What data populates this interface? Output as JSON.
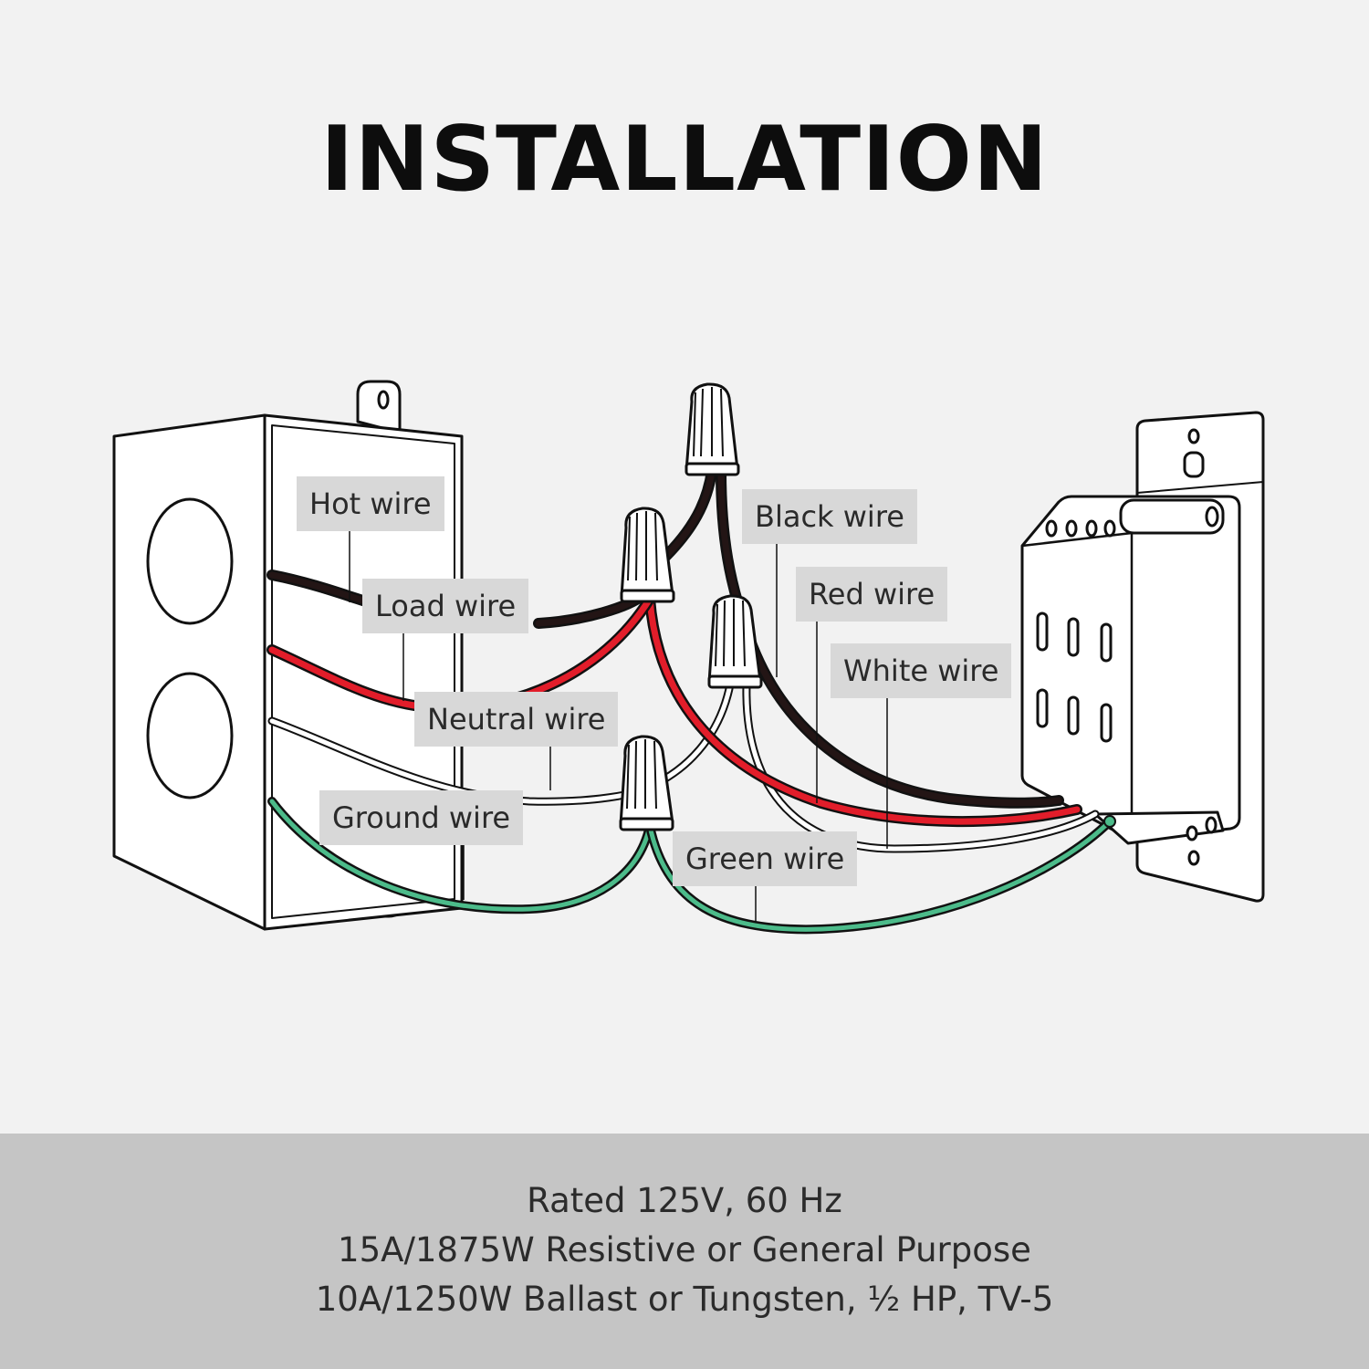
{
  "title": "INSTALLATION",
  "colors": {
    "background": "#f2f2f2",
    "label_bg": "#d8d8d8",
    "specs_bg": "#c5c5c5",
    "hot": "#231515",
    "load": "#e21d2a",
    "neutral": "#ffffff",
    "ground": "#4cbb8a"
  },
  "labels": {
    "hot": "Hot wire",
    "load": "Load wire",
    "neutral": "Neutral wire",
    "ground": "Ground wire",
    "black": "Black wire",
    "red": "Red wire",
    "white": "White wire",
    "green": "Green wire"
  },
  "specs": [
    "Rated 125V, 60 Hz",
    "15A/1875W Resistive or General Purpose",
    "10A/1250W Ballast or Tungsten, ½ HP, TV-5"
  ]
}
